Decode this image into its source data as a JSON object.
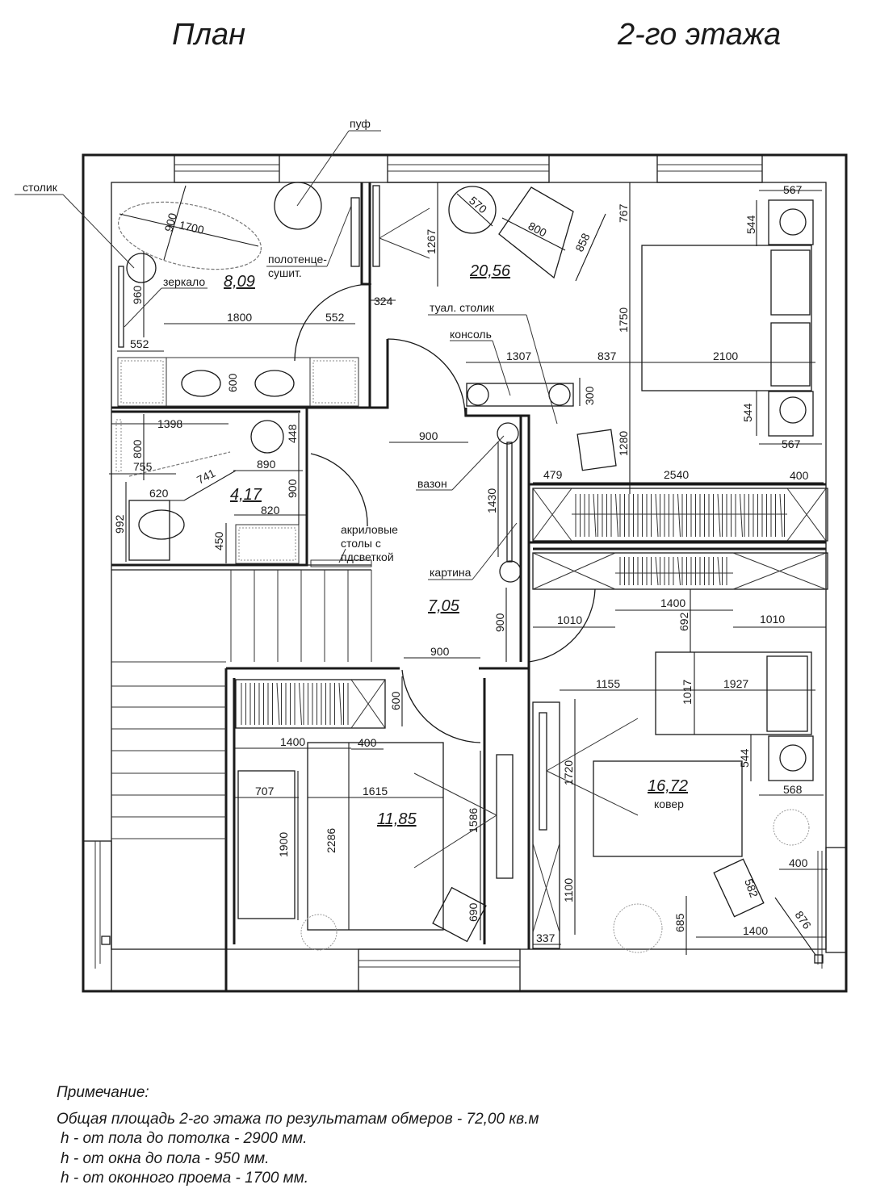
{
  "title": {
    "left": "План",
    "right": "2-го этажа"
  },
  "rooms": [
    {
      "id": "bathroom",
      "area": "8,09"
    },
    {
      "id": "bedroom_main",
      "area": "20,56"
    },
    {
      "id": "wc",
      "area": "4,17"
    },
    {
      "id": "hall",
      "area": "7,05"
    },
    {
      "id": "living",
      "area": "11,85"
    },
    {
      "id": "bedroom_2",
      "area": "16,72"
    }
  ],
  "labels": {
    "pouf": "пуф",
    "table": "столик",
    "towel_dryer_1": "полотенце-",
    "towel_dryer_2": "сушит.",
    "mirror": "зеркало",
    "dressing_table": "туал. столик",
    "console": "консоль",
    "vase": "вазон",
    "acrylic_1": "акриловые",
    "acrylic_2": "столы с",
    "acrylic_3": "пдсветкой",
    "painting": "картина",
    "carpet": "ковер"
  },
  "dimensions": {
    "bath_d1": "900",
    "bath_d2": "1700",
    "d960": "960",
    "d552a": "552",
    "d1800": "1800",
    "d552b": "552",
    "d600a": "600",
    "d324": "324",
    "d1267": "1267",
    "d570": "570",
    "d800": "800",
    "d858": "858",
    "d767": "767",
    "d1750": "1750",
    "d1280": "1280",
    "d567a": "567",
    "d544a": "544",
    "d2100": "2100",
    "d544b": "544",
    "d567b": "567",
    "d1307": "1307",
    "d837": "837",
    "d300": "300",
    "d1398": "1398",
    "d800b": "800",
    "d448": "448",
    "d755": "755",
    "d890": "890",
    "d741": "741",
    "d620": "620",
    "d900a": "900",
    "d820": "820",
    "d992": "992",
    "d450": "450",
    "d900b": "900",
    "d1430": "1430",
    "d479": "479",
    "d2540": "2540",
    "d400a": "400",
    "d1010a": "1010",
    "d1400a": "1400",
    "d692": "692",
    "d1010b": "1010",
    "d900c": "900",
    "d900d": "900",
    "d600b": "600",
    "d1400b": "1400",
    "d400b": "400",
    "d707": "707",
    "d1615": "1615",
    "d1900": "1900",
    "d2286": "2286",
    "d1586": "1586",
    "d690": "690",
    "d1155": "1155",
    "d1017": "1017",
    "d1927": "1927",
    "d1720": "1720",
    "d544c": "544",
    "d568": "568",
    "d1100": "1100",
    "d337": "337",
    "d400c": "400",
    "d582": "582",
    "d876": "876",
    "d685": "685",
    "d1400c": "1400"
  },
  "notes": {
    "heading": "Примечание:",
    "lines": [
      "Общая площадь 2-го этажа по результатам обмеров - 72,00 кв.м",
      "h - от пола до потолка - 2900 мм.",
      "h - от окна до пола - 950 мм.",
      "h - от оконного проема - 1700 мм."
    ]
  }
}
